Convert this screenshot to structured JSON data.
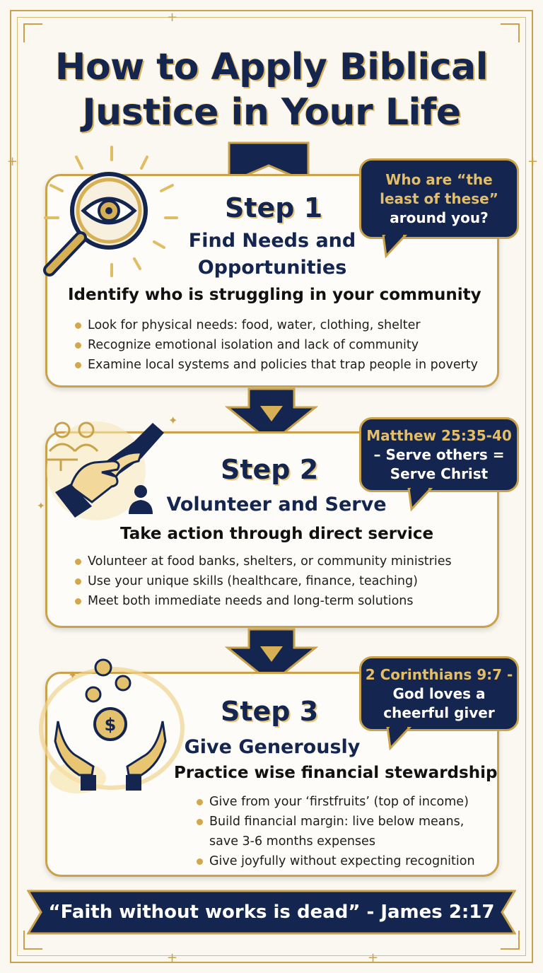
{
  "title": {
    "line1": "How to Apply Biblical",
    "line2": "Justice in Your Life"
  },
  "steps": [
    {
      "label": "Step 1",
      "title_line1": "Find Needs and",
      "title_line2": "Opportunities",
      "subtitle": "Identify who is struggling in your community",
      "bullets": [
        "Look for physical needs: food, water, clothing, shelter",
        "Recognize emotional isolation and lack of community",
        "Examine local systems and policies that trap people in poverty"
      ],
      "bubble": [
        "Who are “the",
        "least of these”",
        "around you?"
      ],
      "icon": "magnifying-glass-eye-icon"
    },
    {
      "label": "Step 2",
      "title_line1": "Volunteer and Serve",
      "subtitle": "Take action through direct service",
      "bullets": [
        "Volunteer at food banks, shelters, or community ministries",
        "Use your unique skills (healthcare, finance, teaching)",
        "Meet both immediate needs and long-term solutions"
      ],
      "bubble": [
        "Matthew 25:35-40",
        "– Serve others =",
        "Serve Christ"
      ],
      "icon": "helping-hands-icon"
    },
    {
      "label": "Step 3",
      "title_line1": "Give Generously",
      "subtitle": "Practice wise financial stewardship",
      "bullets": [
        "Give from your ‘firstfruits’ (top of income)",
        "Build financial margin: live below means,",
        "save 3-6 months expenses",
        "Give joyfully without expecting recognition"
      ],
      "bubble": [
        "2 Corinthians 9:7 -",
        "God loves a",
        "cheerful giver"
      ],
      "icon": "giving-hands-coins-icon"
    }
  ],
  "quote": "“Faith without works is dead” - James 2:17",
  "colors": {
    "navy": "#14254f",
    "gold": "#c9a24b",
    "background": "#fbf8f1"
  }
}
